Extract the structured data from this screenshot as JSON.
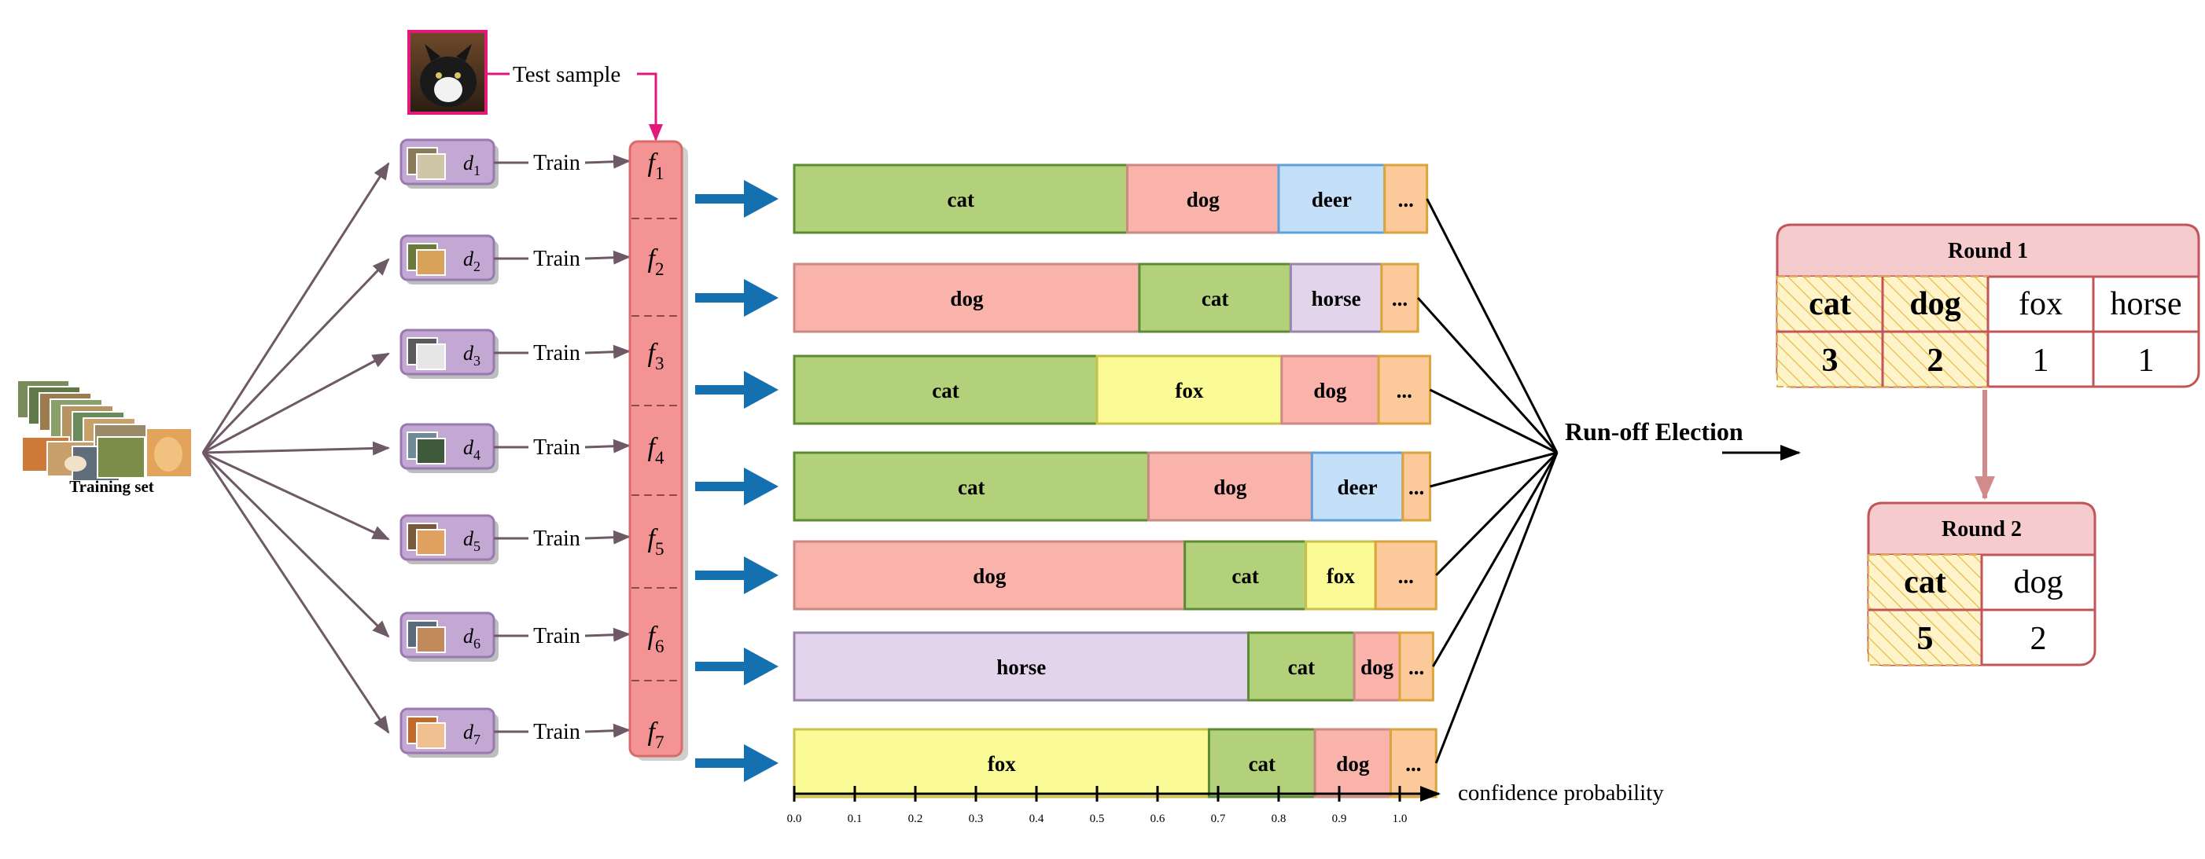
{
  "training_set": {
    "label": "Training set"
  },
  "test_sample": {
    "label": "Test sample"
  },
  "edge_label": "Train",
  "datasets": [
    {
      "sym": "d",
      "sub": "1"
    },
    {
      "sym": "d",
      "sub": "2"
    },
    {
      "sym": "d",
      "sub": "3"
    },
    {
      "sym": "d",
      "sub": "4"
    },
    {
      "sym": "d",
      "sub": "5"
    },
    {
      "sym": "d",
      "sub": "6"
    },
    {
      "sym": "d",
      "sub": "7"
    }
  ],
  "models": [
    {
      "sym": "f",
      "sub": "1"
    },
    {
      "sym": "f",
      "sub": "2"
    },
    {
      "sym": "f",
      "sub": "3"
    },
    {
      "sym": "f",
      "sub": "4"
    },
    {
      "sym": "f",
      "sub": "5"
    },
    {
      "sym": "f",
      "sub": "6"
    },
    {
      "sym": "f",
      "sub": "7"
    }
  ],
  "class_colors": {
    "cat": {
      "fill": "#b3d07a",
      "stroke": "#5d8b35"
    },
    "dog": {
      "fill": "#f9b3ab",
      "stroke": "#c98a84"
    },
    "deer": {
      "fill": "#c3e0f8",
      "stroke": "#5fa0d8"
    },
    "horse": {
      "fill": "#e2d4ea",
      "stroke": "#9a86a8"
    },
    "fox": {
      "fill": "#fafb96",
      "stroke": "#c9c14a"
    },
    "...": {
      "fill": "#fcc99a",
      "stroke": "#d8a43b"
    }
  },
  "chart_data": {
    "type": "bar",
    "orientation": "horizontal-stacked",
    "categories": [
      "f1",
      "f2",
      "f3",
      "f4",
      "f5",
      "f6",
      "f7"
    ],
    "rows": [
      [
        {
          "label": "cat",
          "value": 0.55
        },
        {
          "label": "dog",
          "value": 0.25
        },
        {
          "label": "deer",
          "value": 0.175
        },
        {
          "label": "...",
          "value": 0.07
        }
      ],
      [
        {
          "label": "dog",
          "value": 0.57
        },
        {
          "label": "cat",
          "value": 0.25
        },
        {
          "label": "horse",
          "value": 0.15
        },
        {
          "label": "...",
          "value": 0.06
        }
      ],
      [
        {
          "label": "cat",
          "value": 0.5
        },
        {
          "label": "fox",
          "value": 0.305
        },
        {
          "label": "dog",
          "value": 0.16
        },
        {
          "label": "...",
          "value": 0.085
        }
      ],
      [
        {
          "label": "cat",
          "value": 0.585
        },
        {
          "label": "dog",
          "value": 0.27
        },
        {
          "label": "deer",
          "value": 0.15
        },
        {
          "label": "...",
          "value": 0.045
        }
      ],
      [
        {
          "label": "dog",
          "value": 0.645
        },
        {
          "label": "cat",
          "value": 0.2
        },
        {
          "label": "fox",
          "value": 0.115
        },
        {
          "label": "...",
          "value": 0.1
        }
      ],
      [
        {
          "label": "horse",
          "value": 0.75
        },
        {
          "label": "cat",
          "value": 0.175
        },
        {
          "label": "dog",
          "value": 0.075
        },
        {
          "label": "...",
          "value": 0.055
        }
      ],
      [
        {
          "label": "fox",
          "value": 0.685
        },
        {
          "label": "cat",
          "value": 0.175
        },
        {
          "label": "dog",
          "value": 0.125
        },
        {
          "label": "...",
          "value": 0.075
        }
      ]
    ],
    "xlabel": "confidence probability",
    "xlim": [
      0,
      1
    ],
    "xticks": [
      "0.0",
      "0.1",
      "0.2",
      "0.3",
      "0.4",
      "0.5",
      "0.6",
      "0.7",
      "0.8",
      "0.9",
      "1.0"
    ],
    "grid": false
  },
  "election": {
    "label": "Run-off Election",
    "rounds": [
      {
        "title": "Round 1",
        "candidates": [
          "cat",
          "dog",
          "fox",
          "horse"
        ],
        "votes": [
          "3",
          "2",
          "1",
          "1"
        ],
        "advances": [
          true,
          true,
          false,
          false
        ]
      },
      {
        "title": "Round 2",
        "candidates": [
          "cat",
          "dog"
        ],
        "votes": [
          "5",
          "2"
        ],
        "advances": [
          true,
          false
        ]
      }
    ]
  }
}
